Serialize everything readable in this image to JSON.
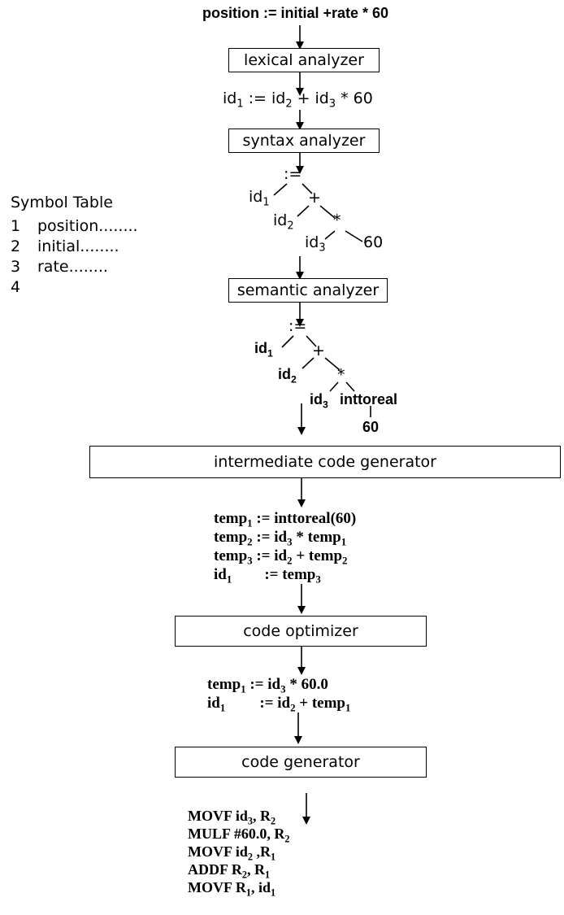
{
  "source_statement": "position := initial +rate * 60",
  "stages": {
    "lexical": "lexical analyzer",
    "syntax": "syntax analyzer",
    "semantic": "semantic analyzer",
    "intermediate": "intermediate code generator",
    "optimizer": "code optimizer",
    "codegen": "code generator"
  },
  "token_stream": {
    "id": "id",
    "assign": " := ",
    "plus": " + ",
    "times": " * 60",
    "sub1": "1",
    "sub2": "2",
    "sub3": "3"
  },
  "symbol_table": {
    "title": "Symbol Table",
    "rows": [
      {
        "num": "1",
        "name": "position........"
      },
      {
        "num": "2",
        "name": "initial........"
      },
      {
        "num": "3",
        "name": "rate........"
      },
      {
        "num": "4",
        "name": ""
      }
    ]
  },
  "syntax_tree": {
    "assign": ":=",
    "plus": "+",
    "times": "*",
    "id": "id",
    "sub1": "1",
    "sub2": "2",
    "sub3": "3",
    "const": "60"
  },
  "semantic_tree": {
    "assign": ":=",
    "plus": "+",
    "times": "*",
    "id": "id",
    "sub1": "1",
    "sub2": "2",
    "sub3": "3",
    "conv": "inttoreal",
    "const": "60"
  },
  "intermediate_code": {
    "temp": "temp",
    "id": "id",
    "s1": "1",
    "s2": "2",
    "s3": "3",
    "l1_rhs": " := inttoreal(60)",
    "l2_mid": " := id",
    "l2_op": " * temp",
    "l3_mid": " := id",
    "l3_op": " + temp",
    "l4_rhs": ":= temp"
  },
  "optimized_code": {
    "temp": "temp",
    "id": "id",
    "s1": "1",
    "s2": "2",
    "s3": "3",
    "l1_mid": " := id",
    "l1_rhs": " * 60.0",
    "l2_mid": ":= id",
    "l2_op": " + temp"
  },
  "machine_code": {
    "movf": "MOVF ",
    "mulf": "MULF ",
    "addf": "ADDF ",
    "id": "id",
    "r": "R",
    "s1": "1",
    "s2": "2",
    "s3": "3",
    "comma": ", ",
    "comma2": " ,",
    "imm": "#60.0, "
  }
}
